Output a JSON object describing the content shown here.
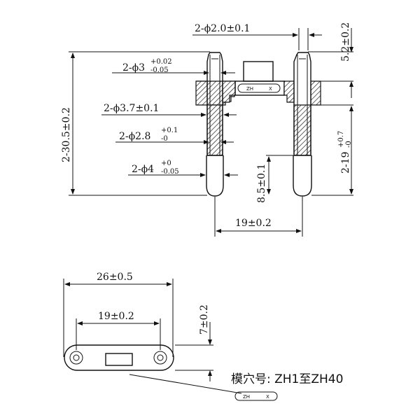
{
  "front_view": {
    "pin_hole_dia": "2-ϕ2.0±0.1",
    "pin_top_dia": {
      "base": "2-ϕ3",
      "upper": "+0.02",
      "lower": "-0.05"
    },
    "sleeve_dia": "2-ϕ3.7±0.1",
    "pin_mid_dia": {
      "base": "2-ϕ2.8",
      "upper": "+0.1",
      "lower": "-0"
    },
    "pin_tip_dia": {
      "base": "2-ϕ4",
      "upper": "+0",
      "lower": "-0.05"
    },
    "overall_height": "2-30.5±0.2",
    "top_height": "5.2±0.2",
    "pin_length": {
      "base": "2-19",
      "upper": "+0.7",
      "lower": "-0"
    },
    "tip_length": "8.5±0.1",
    "pin_spacing": "19±0.2",
    "body_tag": {
      "left": "ZH",
      "right": "X"
    }
  },
  "top_view": {
    "width": "26±0.5",
    "pin_spacing": "19±0.2",
    "height": "7±0.2"
  },
  "mold_caption": "模穴号: ZH1至ZH40",
  "mold_tag": {
    "left": "ZH",
    "right": "X"
  }
}
